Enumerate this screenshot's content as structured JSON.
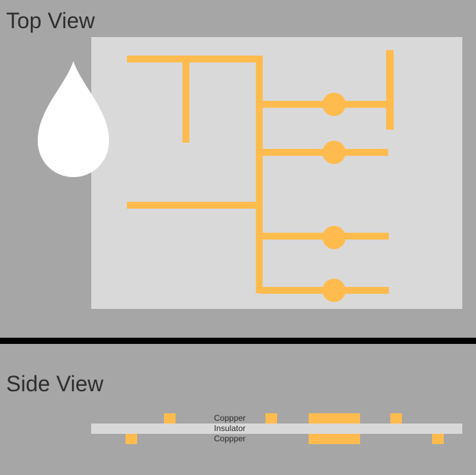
{
  "top_view": {
    "title": "Top View"
  },
  "side_view": {
    "title": "Side View",
    "layers": {
      "top_copper": "Coppper",
      "insulator": "Insulator",
      "bottom_copper": "Coppper"
    }
  },
  "colors": {
    "background": "#a6a6a6",
    "board": "#d9d9d9",
    "trace": "#ffbb4d",
    "drop": "#ffffff",
    "divider": "#000000",
    "text": "#2e2e2e"
  },
  "icons": {
    "water_drop": "water-drop-icon"
  }
}
